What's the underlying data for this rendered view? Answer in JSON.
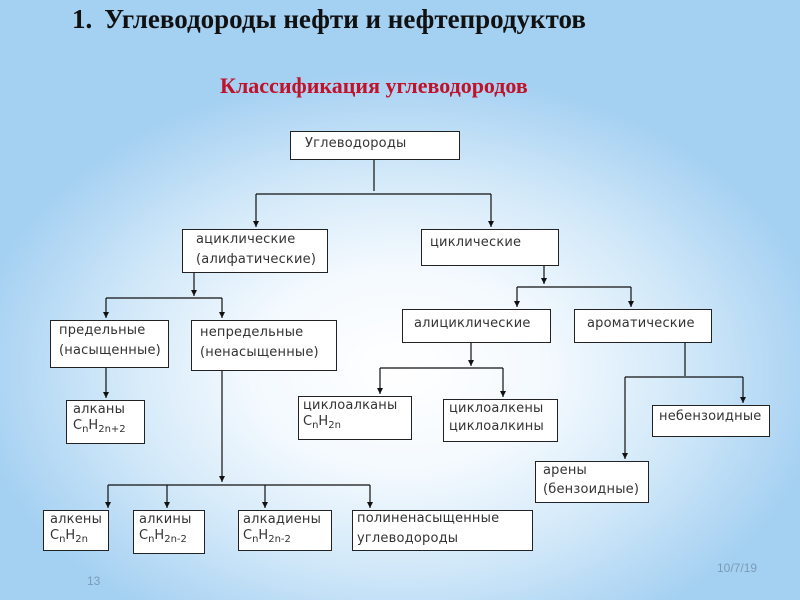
{
  "slide": {
    "number": "1.",
    "title": "Углеводороды нефти и нефтепродуктов",
    "subtitle": "Классификация углеводородов",
    "page_number": "13",
    "date": "10/7/19"
  },
  "nodes": {
    "root": "Углеводороды",
    "acyclic": [
      "ациклические",
      "(алифатические)"
    ],
    "cyclic": "циклические",
    "saturated": [
      "предельные",
      "(насыщенные)"
    ],
    "unsaturated": [
      "непредельные",
      "(ненасыщенные)"
    ],
    "alicyclic": "алициклические",
    "aromatic": "ароматические",
    "alkanes": {
      "name": "алканы",
      "formula": [
        "C",
        "n",
        "H",
        "2n+2"
      ]
    },
    "cycloalkanes": {
      "name": "циклоалканы",
      "formula": [
        "C",
        "n",
        "H",
        "2n"
      ]
    },
    "cycloalkenes": [
      "циклоалкены",
      "циклоалкины"
    ],
    "nonbenzenoid": "небензоидные",
    "arenes": [
      "арены",
      "(бензоидные)"
    ],
    "alkenes": {
      "name": "алкены",
      "formula": [
        "C",
        "n",
        "H",
        "2n"
      ]
    },
    "alkynes": {
      "name": "алкины",
      "formula": [
        "C",
        "n",
        "H",
        "2n-2"
      ]
    },
    "alkadienes": {
      "name": "алкадиены",
      "formula": [
        "C",
        "n",
        "H",
        "2n-2"
      ]
    },
    "polyunsaturated": [
      "полиненасыщенные",
      "углеводороды"
    ]
  }
}
